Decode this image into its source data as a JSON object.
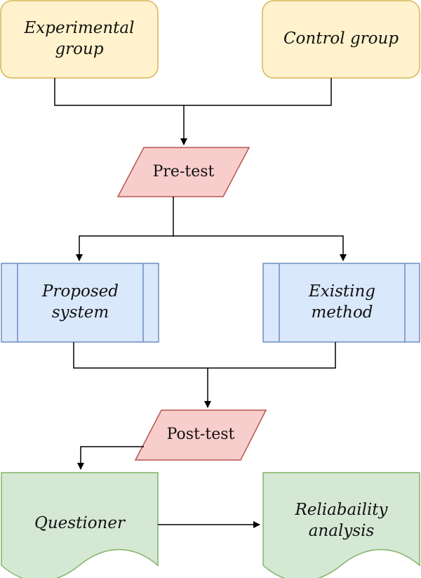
{
  "diagram": {
    "nodes": {
      "experimental_group": {
        "label": "Experimental group"
      },
      "control_group": {
        "label": "Control group"
      },
      "pre_test": {
        "label": "Pre-test"
      },
      "proposed_system": {
        "lines": [
          "Proposed",
          "system"
        ]
      },
      "existing_method": {
        "lines": [
          "Existing",
          "method"
        ]
      },
      "post_test": {
        "label": "Post-test"
      },
      "questioner": {
        "label": "Questioner"
      },
      "reliability_analysis": {
        "lines": [
          "Reliabaility",
          "analysis"
        ]
      }
    },
    "edges": [
      {
        "from": "experimental_group",
        "to": "pre_test"
      },
      {
        "from": "control_group",
        "to": "pre_test"
      },
      {
        "from": "pre_test",
        "to": "proposed_system"
      },
      {
        "from": "pre_test",
        "to": "existing_method"
      },
      {
        "from": "proposed_system",
        "to": "post_test"
      },
      {
        "from": "existing_method",
        "to": "post_test"
      },
      {
        "from": "post_test",
        "to": "questioner"
      },
      {
        "from": "questioner",
        "to": "reliability_analysis"
      }
    ],
    "colors": {
      "group_fill": "#fff2cc",
      "group_stroke": "#d6b656",
      "io_fill": "#f8cecc",
      "io_stroke": "#b85450",
      "process_fill": "#dae8fc",
      "process_stroke": "#6c8ebf",
      "document_fill": "#d5e8d4",
      "document_stroke": "#82b366",
      "connector": "#000000"
    }
  }
}
